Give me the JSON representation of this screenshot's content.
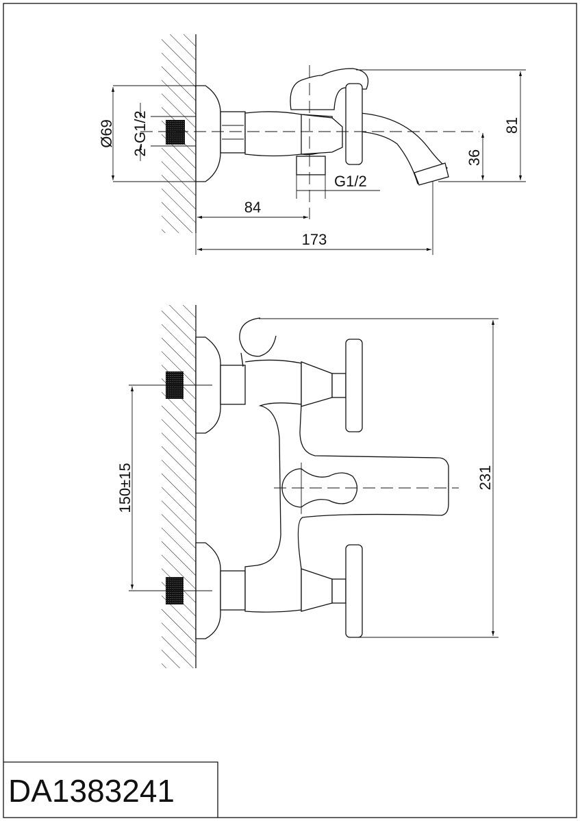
{
  "title_block": {
    "model": "DA1383241"
  },
  "side_view": {
    "dimensions": {
      "flange_diameter": "Ø69",
      "inlet_thread": "2-G1/2",
      "outlet_thread": "G1/2",
      "outlet_offset": "84",
      "spout_reach": "173",
      "spout_height": "36",
      "total_height": "81"
    }
  },
  "front_view": {
    "dimensions": {
      "inlet_spacing": "150±15",
      "total_width": "231"
    }
  }
}
